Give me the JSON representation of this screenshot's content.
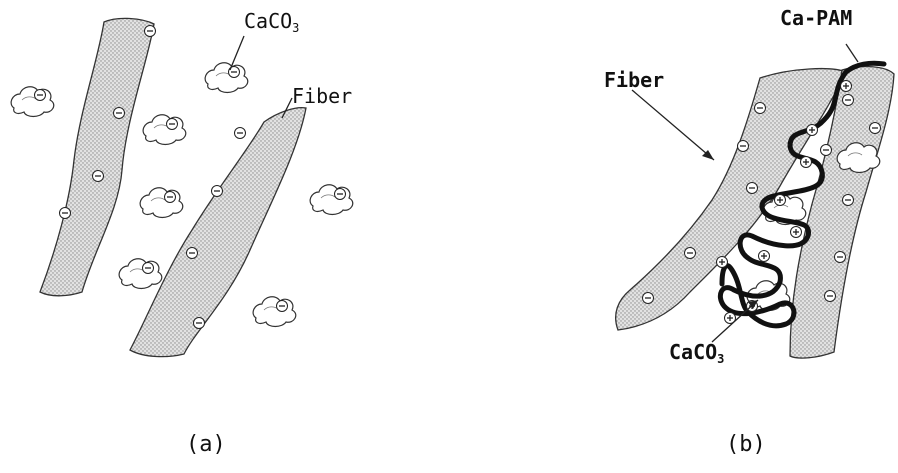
{
  "panel_a": {
    "label_caco3": "CaCO",
    "label_caco3_sub": "3",
    "label_fiber": "Fiber",
    "caption": "(a)"
  },
  "panel_b": {
    "label_capam": "Ca-PAM",
    "label_fiber": "Fiber",
    "label_caco3": "CaCO",
    "label_caco3_sub": "3",
    "caption": "(b)"
  },
  "colors": {
    "fiber_fill": "#d4d4d4",
    "outline": "#222222",
    "polymer": "#111111",
    "background": "#ffffff"
  }
}
